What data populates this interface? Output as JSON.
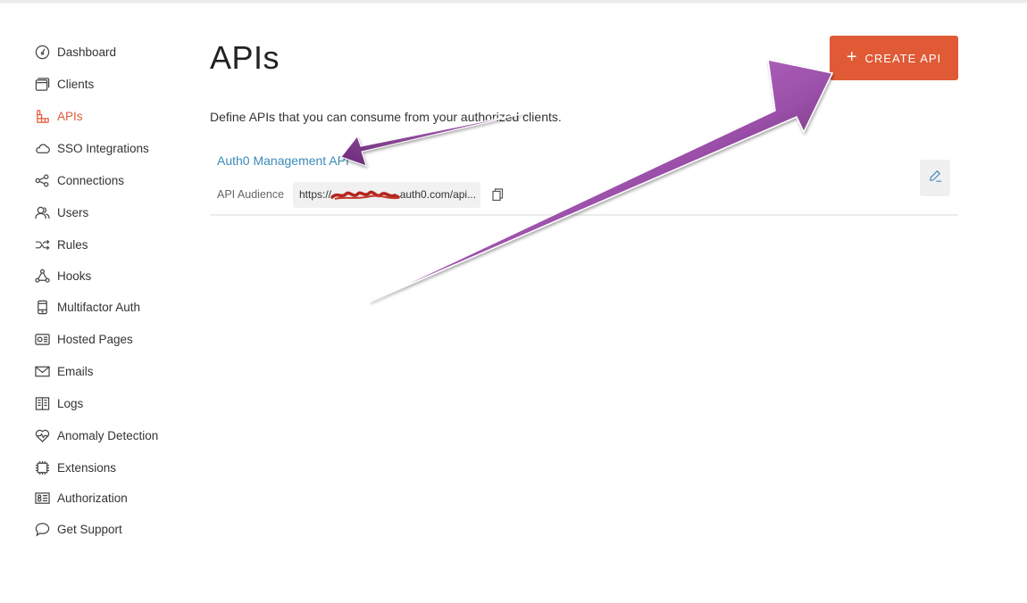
{
  "sidebar": {
    "items": [
      {
        "label": "Dashboard",
        "icon": "dashboard-gauge-icon",
        "active": false
      },
      {
        "label": "Clients",
        "icon": "clients-window-icon",
        "active": false
      },
      {
        "label": "APIs",
        "icon": "apis-grid-icon",
        "active": true
      },
      {
        "label": "SSO Integrations",
        "icon": "cloud-icon",
        "active": false
      },
      {
        "label": "Connections",
        "icon": "share-nodes-icon",
        "active": false
      },
      {
        "label": "Users",
        "icon": "users-icon",
        "active": false
      },
      {
        "label": "Rules",
        "icon": "shuffle-icon",
        "active": false
      },
      {
        "label": "Hooks",
        "icon": "hooks-nodes-icon",
        "active": false
      },
      {
        "label": "Multifactor Auth",
        "icon": "mobile-phone-icon",
        "active": false
      },
      {
        "label": "Hosted Pages",
        "icon": "id-card-icon",
        "active": false
      },
      {
        "label": "Emails",
        "icon": "envelope-icon",
        "active": false
      },
      {
        "label": "Logs",
        "icon": "book-icon",
        "active": false
      },
      {
        "label": "Anomaly Detection",
        "icon": "heart-pulse-icon",
        "active": false
      },
      {
        "label": "Extensions",
        "icon": "chip-icon",
        "active": false
      },
      {
        "label": "Authorization",
        "icon": "badge-icon",
        "active": false
      },
      {
        "label": "Get Support",
        "icon": "chat-bubble-icon",
        "active": false
      }
    ],
    "active_color": "#e05a36"
  },
  "main": {
    "title": "APIs",
    "create_button": {
      "plus": "+",
      "label": "CREATE API",
      "color": "#e05a36"
    },
    "description": "Define APIs that you can consume from your authorized clients.",
    "apis": [
      {
        "name": "Auth0 Management API",
        "audience_label": "API Audience",
        "audience_value": "https://                       auth0.com/api...",
        "link_color": "#3b8bb8"
      }
    ]
  },
  "annotations": {
    "arrow_color": "#a55ab0"
  }
}
